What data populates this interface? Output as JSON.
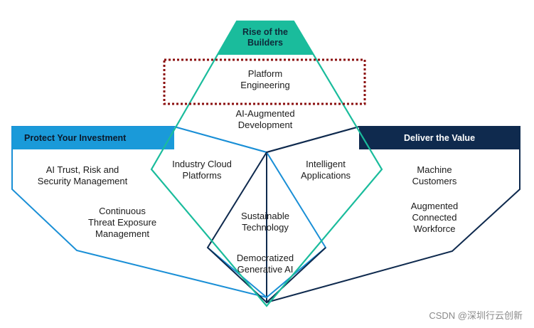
{
  "headers": {
    "top": "Rise of the\nBuilders",
    "left": "Protect Your Investment",
    "right": "Deliver the Value"
  },
  "labels": {
    "platform_engineering": "Platform\nEngineering",
    "ai_augmented_development": "AI-Augmented\nDevelopment",
    "industry_cloud_platforms": "Industry Cloud\nPlatforms",
    "intelligent_applications": "Intelligent\nApplications",
    "sustainable_technology": "Sustainable\nTechnology",
    "democratized_generative_ai": "Democratized\nGenerative AI",
    "ai_trust_risk": "AI Trust, Risk and\nSecurity Management",
    "continuous_threat_exposure": "Continuous\nThreat Exposure\nManagement",
    "machine_customers": "Machine\nCustomers",
    "augmented_connected_workforce": "Augmented\nConnected\nWorkforce"
  },
  "watermark": "CSDN @深圳行云创新",
  "colors": {
    "teal": "#1abc9c",
    "blue": "#1a8fd6",
    "navy": "#0f2a4e",
    "highlight_dash": "#8b0f0f"
  }
}
